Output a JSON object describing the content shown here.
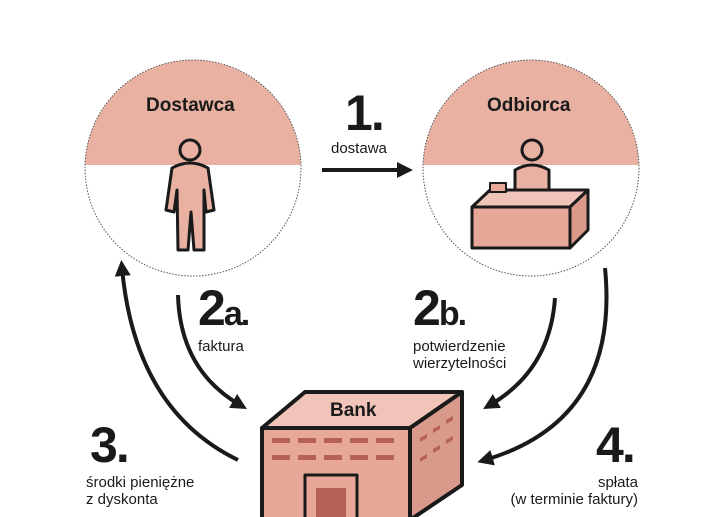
{
  "colors": {
    "pink": "#e8b1a2",
    "dark": "#1a1a1a",
    "bank_front": "#e7a89a",
    "bank_side": "#d99a8c",
    "window": "#b5615a"
  },
  "nodes": {
    "supplier": {
      "label": "Dostawca",
      "icon": "person-icon"
    },
    "recipient": {
      "label": "Odbiorca",
      "icon": "person-at-desk-icon"
    },
    "bank": {
      "label": "Bank",
      "icon": "bank-building-icon"
    }
  },
  "steps": [
    {
      "number": "1",
      "suffix": ".",
      "label": "dostawa"
    },
    {
      "number": "2",
      "suffix": "a.",
      "label": "faktura"
    },
    {
      "number": "2",
      "suffix": "b.",
      "label_lines": [
        "potwierdzenie",
        "wierzytelności"
      ]
    },
    {
      "number": "3",
      "suffix": ".",
      "label_lines": [
        "środki pieniężne",
        "z dyskonta"
      ]
    },
    {
      "number": "4",
      "suffix": ".",
      "label_lines": [
        "spłata",
        "(w terminie faktury)"
      ]
    }
  ]
}
